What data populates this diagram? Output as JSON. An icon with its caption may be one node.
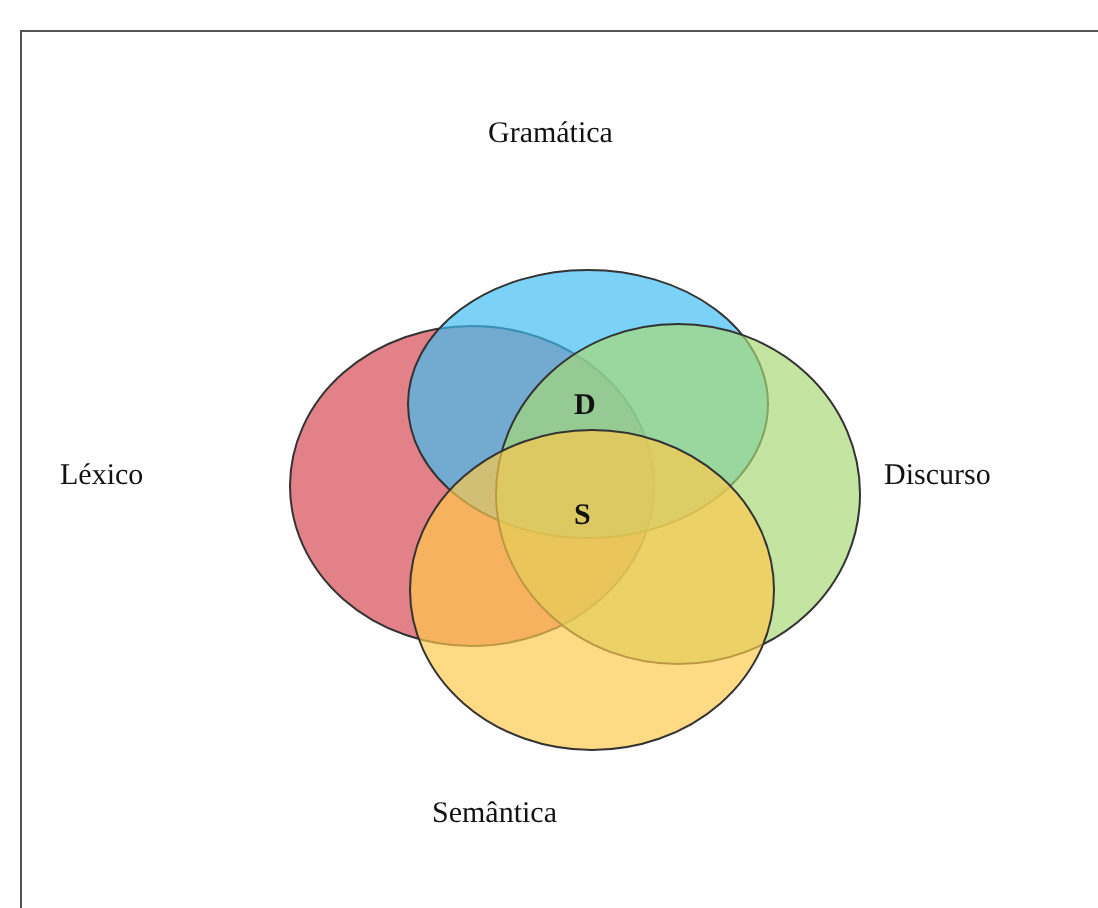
{
  "diagram": {
    "nodes": [
      {
        "text": [
          "Gramática"
        ]
      },
      {
        "text": [
          "Léxico"
        ]
      },
      {
        "text": [
          "Discurso"
        ]
      },
      {
        "text": [
          "Semântica"
        ]
      }
    ],
    "labels": [
      "D",
      "S"
    ]
  }
}
